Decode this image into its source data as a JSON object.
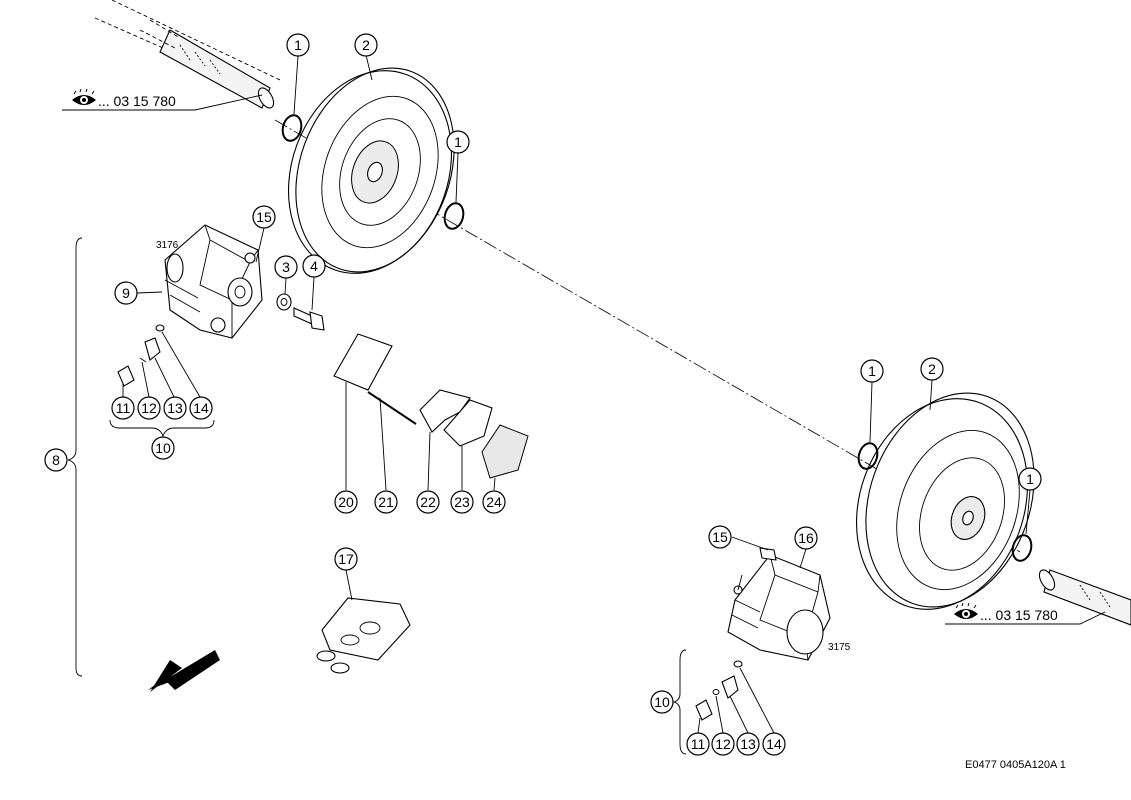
{
  "diagram": {
    "reference_code": "E0477 0405A120A 1",
    "see_reference": "... 03 15 780",
    "caliper_labels": {
      "left": "3176",
      "right": "3175"
    },
    "callouts": {
      "c1a": "1",
      "c2a": "2",
      "c1b": "1",
      "c15a": "15",
      "c3": "3",
      "c4": "4",
      "c9": "9",
      "c11a": "11",
      "c12a": "12",
      "c13a": "13",
      "c14a": "14",
      "c10a": "10",
      "c8": "8",
      "c20": "20",
      "c21": "21",
      "c22": "22",
      "c23": "23",
      "c24": "24",
      "c17": "17",
      "c1c": "1",
      "c2b": "2",
      "c1d": "1",
      "c15b": "15",
      "c16": "16",
      "c10b": "10",
      "c11b": "11",
      "c12b": "12",
      "c13b": "13",
      "c14b": "14"
    },
    "icons": [
      "eye-icon",
      "direction-arrow-icon"
    ]
  }
}
